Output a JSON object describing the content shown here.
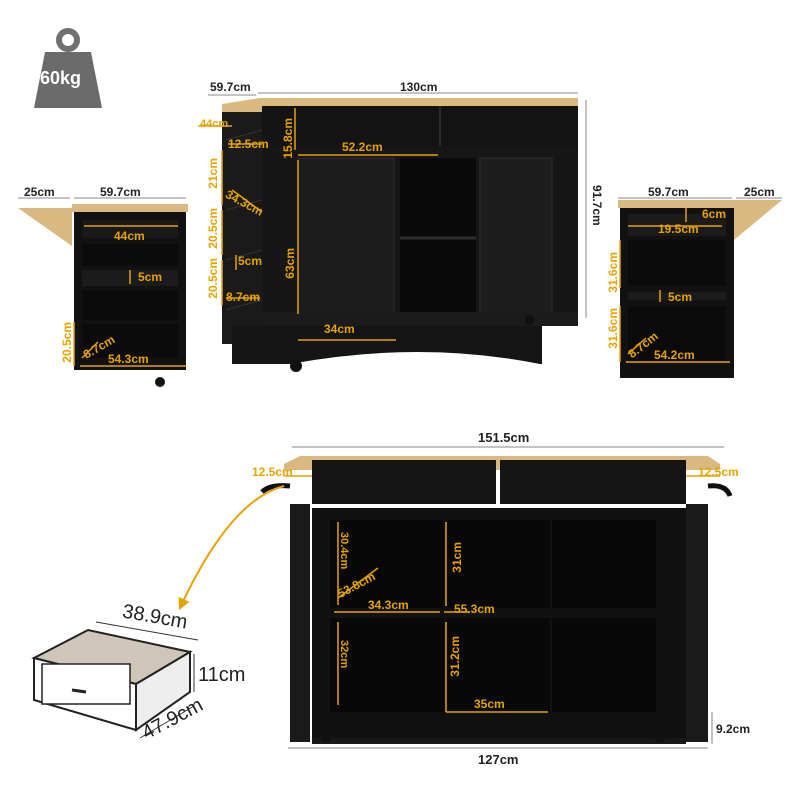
{
  "weight": {
    "value": "60kg"
  },
  "main_view": {
    "depth": "59.7cm",
    "width": "130cm",
    "height": "91.7cm",
    "drawer_height": "15.8cm",
    "drawer_width": "52.2cm",
    "shelf_44": "44cm",
    "shelf_12_5": "12.5cm",
    "side_21": "21cm",
    "side_34_3": "34.3cm",
    "side_20_5a": "20.5cm",
    "side_20_5b": "20.5cm",
    "side_5": "5cm",
    "side_8_7": "8.7cm",
    "cab_height": "63cm",
    "cab_width": "34cm"
  },
  "left_side_view": {
    "leaf": "25cm",
    "depth": "59.7cm",
    "drawer_w": "44cm",
    "gap": "5cm",
    "height": "20.5cm",
    "depth_8_7": "8.7cm",
    "width": "54.3cm"
  },
  "right_side_view": {
    "depth": "59.7cm",
    "leaf": "25cm",
    "drawer_h": "6cm",
    "drawer_w": "19.5cm",
    "upper": "31.6cm",
    "gap": "5cm",
    "lower": "31.6cm",
    "depth_8_7": "8.7cm",
    "width": "54.2cm"
  },
  "open_view": {
    "total_width": "151.5cm",
    "leaf_left": "12.5cm",
    "leaf_right": "12.5cm",
    "inner_height": "30.4cm",
    "inner_depth": "53.8cm",
    "left_width": "34.3cm",
    "upper_h": "31cm",
    "mid_depth": "55.3cm",
    "left_lower": "32cm",
    "lower_h": "31.2cm",
    "mid_width": "35cm",
    "base_width": "127cm",
    "clearance": "9.2cm"
  },
  "drawer_detail": {
    "width": "38.9cm",
    "height": "11cm",
    "depth": "47.9cm"
  }
}
